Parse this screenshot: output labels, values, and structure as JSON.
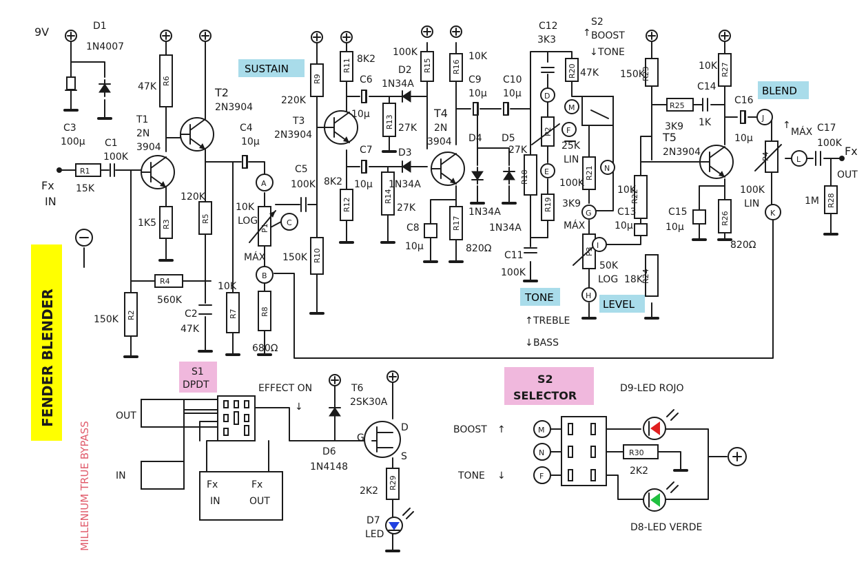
{
  "colors": {
    "label_blue": "#a9dcea",
    "label_pink": "#f0b8dd",
    "title_yellow": "#ffff00",
    "bypass_red": "#e05a6a",
    "led_red": "#e02020",
    "led_green": "#20c040",
    "led_blue": "#2040e0"
  },
  "title": "FENDER BLENDER",
  "bypass": "MILLENIUM TRUE BYPASS",
  "labels": {
    "sustain": "SUSTAIN",
    "tone": "TONE",
    "level": "LEVEL",
    "blend": "BLEND",
    "s1": "S1",
    "dpdt": "DPDT",
    "s2": "S2",
    "selector": "SELECTOR"
  },
  "supply": {
    "voltage": "9V",
    "d1": "D1",
    "d1_part": "1N4007",
    "c3": "C3",
    "c3_val": "100µ"
  },
  "input": {
    "fx": "Fx",
    "in": "IN",
    "r1": "R1",
    "r1_val": "15K",
    "c1": "C1",
    "c1_val": "100K"
  },
  "t1": {
    "name": "T1",
    "part1": "2N",
    "part2": "3904",
    "r6": "R6",
    "r6_val": "47K",
    "r3": "R3",
    "r3_val": "1K5",
    "r2": "R2",
    "r2_val": "150K"
  },
  "t2": {
    "name": "T2",
    "part": "2N3904",
    "r5": "R5",
    "r5_val": "120K",
    "r4": "R4",
    "r4_val": "560K",
    "c2": "C2",
    "c2_val": "47K",
    "r7": "R7",
    "r7_val": "10K"
  },
  "p1": {
    "c4": "C4",
    "c4_val": "10µ",
    "a": "A",
    "b": "B",
    "c": "C",
    "name": "P1",
    "val": "10K",
    "taper": "LOG",
    "max": "MÁX",
    "r8": "R8",
    "r8_val": "680Ω",
    "c5": "C5",
    "c5_val": "100K"
  },
  "t3": {
    "name": "T3",
    "part": "2N3904",
    "r9": "R9",
    "r9_val": "220K",
    "r10": "R10",
    "r10_val": "150K",
    "r11": "R11",
    "r11_val": "8K2",
    "r12": "R12",
    "r12_val": "8K2",
    "c6": "C6",
    "c6_val": "10µ",
    "c7": "C7",
    "c7_val": "10µ",
    "r13": "R13",
    "r13_val": "27K",
    "r14": "R14",
    "r14_val": "27K",
    "d2": "D2",
    "d2_part": "1N34A",
    "d3": "D3",
    "d3_part": "1N34A"
  },
  "t4": {
    "name": "T4",
    "part1": "2N",
    "part2": "3904",
    "r15": "R15",
    "r15_val": "100K",
    "r16": "R16",
    "r16_val": "10K",
    "r17": "R17",
    "r17_val": "820Ω",
    "c8": "C8",
    "c8_val": "10µ",
    "c9": "C9",
    "c9_val": "10µ",
    "c10": "C10",
    "c10_val": "10µ",
    "d4": "D4",
    "d5": "D5",
    "d4_part": "1N34A",
    "d5_part": "1N34A",
    "r18": "R18",
    "r18_val": "27K"
  },
  "tone_stage": {
    "c12": "C12",
    "c12_val": "3K3",
    "s2": "S2",
    "boost": "BOOST",
    "tone": "TONE",
    "r20": "R20",
    "r20_val": "47K",
    "d": "D",
    "f": "F",
    "e": "E",
    "m": "M",
    "n": "N",
    "g": "G",
    "h": "H",
    "i": "I",
    "p2": "P2",
    "p2_val": "25K",
    "p2_taper": "LIN",
    "r21": "R21",
    "r21_val": "100K",
    "r19": "R19",
    "r19_val": "3K9",
    "c11": "C11",
    "c11_val": "100K",
    "p3": "P3",
    "p3_val": "50K",
    "p3_taper": "LOG",
    "max": "MÁX",
    "c13": "C13",
    "c13_val": "10µ",
    "treble": "TREBLE",
    "bass": "BASS"
  },
  "t5": {
    "name": "T5",
    "part": "2N3904",
    "r22": "R22",
    "r22_val": "10K",
    "r23": "R23",
    "r23_val": "150K",
    "r24": "R24",
    "r24_val": "18K",
    "r25": "R25",
    "r25_val": "3K9",
    "c14": "C14",
    "c14_val": "1K",
    "r27": "R27",
    "r27_val": "10K",
    "r26": "R26",
    "r26_val": "820Ω",
    "c15": "C15",
    "c15_val": "10µ",
    "c16": "C16",
    "c16_val": "10µ",
    "j": "J",
    "k": "K",
    "l": "L",
    "p4": "P4",
    "p4_val": "100K",
    "p4_taper": "LIN",
    "max": "MÁX",
    "c17": "C17",
    "c17_val": "100K",
    "r28": "R28",
    "r28_val": "1M",
    "fx": "Fx",
    "out": "OUT"
  },
  "bypass_section": {
    "out": "OUT",
    "in": "IN",
    "fx_in1": "Fx",
    "fx_in2": "IN",
    "fx_out1": "Fx",
    "fx_out2": "OUT",
    "effect_on": "EFFECT ON",
    "t6": "T6",
    "t6_part": "2SK30A",
    "g": "G",
    "d": "D",
    "s": "S",
    "d6": "D6",
    "d6_part": "1N4148",
    "r29": "R29",
    "r29_val": "2K2",
    "d7": "D7",
    "d7_part": "LED"
  },
  "selector_section": {
    "d9": "D9-LED ROJO",
    "d8": "D8-LED VERDE",
    "boost": "BOOST",
    "tone": "TONE",
    "m": "M",
    "n": "N",
    "f": "F",
    "r30": "R30",
    "r30_val": "2K2"
  }
}
